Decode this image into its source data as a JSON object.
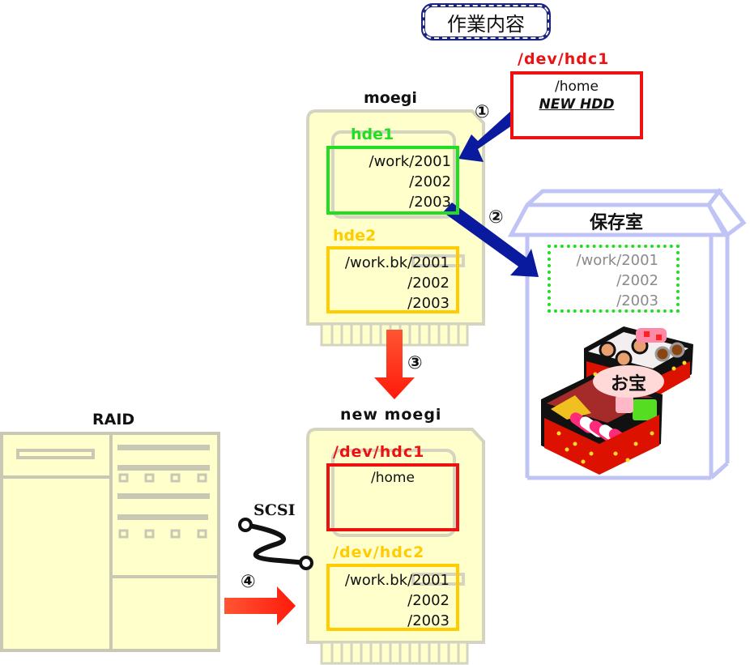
{
  "title": "作業内容",
  "new_disk": {
    "device": "/dev/hdc1",
    "mount": "/home",
    "note": "NEW HDD"
  },
  "moegi": {
    "name": "moegi",
    "partitions": [
      {
        "label": "hde1",
        "lines": [
          "/work/2001",
          "/2002",
          "/2003"
        ],
        "color": "#22dd22"
      },
      {
        "label": "hde2",
        "lines": [
          "/work.bk/2001",
          "/2002",
          "/2003"
        ],
        "color": "#ffcc00"
      }
    ]
  },
  "storage": {
    "name": "保存室",
    "lines": [
      "/work/2001",
      "/2002",
      "/2003"
    ],
    "treasure_label": "お宝"
  },
  "new_moegi": {
    "name": "new moegi",
    "partitions": [
      {
        "label": "/dev/hdc1",
        "lines": [
          "/home"
        ],
        "color": "#ee1111"
      },
      {
        "label": "/dev/hdc2",
        "lines": [
          "/work.bk/2001",
          "/2002",
          "/2003"
        ],
        "color": "#ffcc00"
      }
    ]
  },
  "raid": {
    "name": "RAID"
  },
  "cable": {
    "label": "SCSI"
  },
  "steps": [
    "①",
    "②",
    "③",
    "④"
  ],
  "colors": {
    "machine_fill": "#ffffcc",
    "machine_border": "#d4d4c0",
    "arrow_blue": "#0a1a9e",
    "arrow_red": "#ff3311",
    "storage_border": "#c0c4f4"
  }
}
